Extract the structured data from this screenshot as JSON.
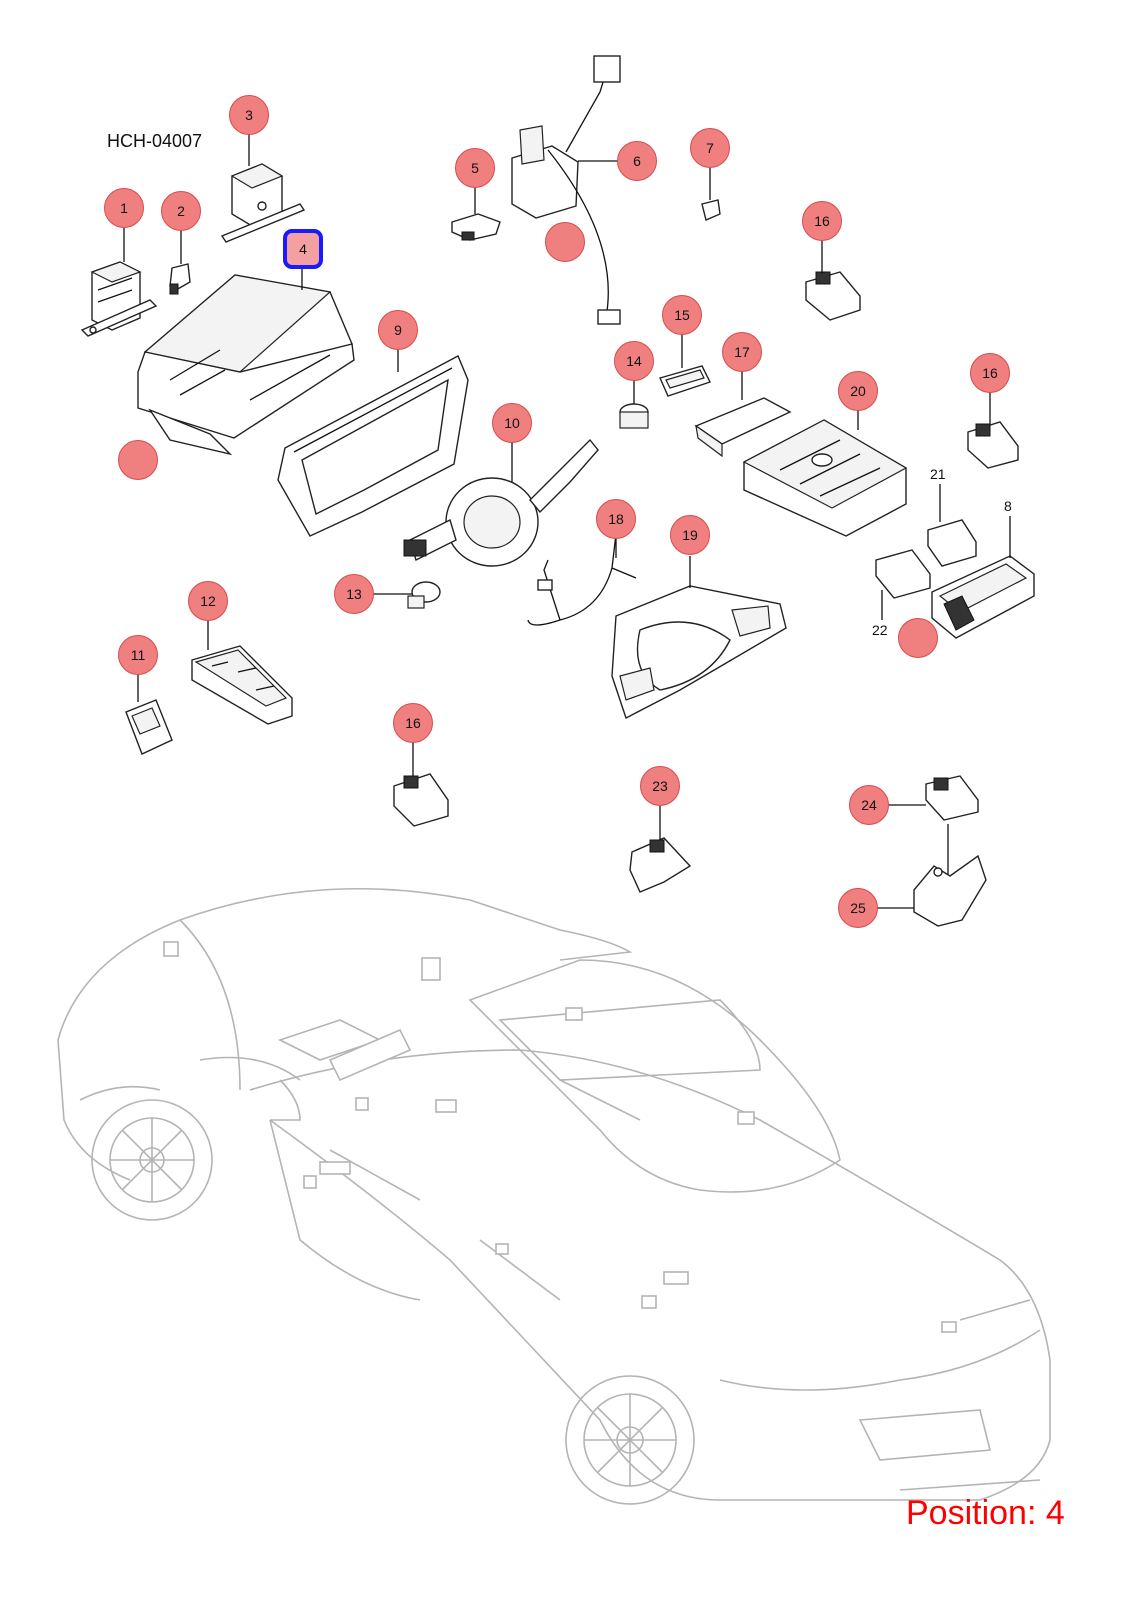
{
  "diagram": {
    "code": "HCH-04007",
    "position_text": "Position: 4",
    "selected": "4",
    "colors": {
      "callout_fill": "#f08080",
      "selected_border": "#1a1aff",
      "position_text": "#ff0000"
    }
  },
  "callouts": [
    {
      "id": "c1",
      "label": "1"
    },
    {
      "id": "c2",
      "label": "2"
    },
    {
      "id": "c3",
      "label": "3"
    },
    {
      "id": "c4",
      "label": "4"
    },
    {
      "id": "c5",
      "label": "5"
    },
    {
      "id": "c6",
      "label": "6"
    },
    {
      "id": "c7",
      "label": "7"
    },
    {
      "id": "c9",
      "label": "9"
    },
    {
      "id": "c10",
      "label": "10"
    },
    {
      "id": "c11",
      "label": "11"
    },
    {
      "id": "c12",
      "label": "12"
    },
    {
      "id": "c13",
      "label": "13"
    },
    {
      "id": "c14",
      "label": "14"
    },
    {
      "id": "c15",
      "label": "15"
    },
    {
      "id": "c16a",
      "label": "16"
    },
    {
      "id": "c16b",
      "label": "16"
    },
    {
      "id": "c16c",
      "label": "16"
    },
    {
      "id": "c17",
      "label": "17"
    },
    {
      "id": "c18",
      "label": "18"
    },
    {
      "id": "c19",
      "label": "19"
    },
    {
      "id": "c20",
      "label": "20"
    },
    {
      "id": "c23",
      "label": "23"
    },
    {
      "id": "c24",
      "label": "24"
    },
    {
      "id": "c25",
      "label": "25"
    }
  ],
  "plain_labels": [
    {
      "id": "p8",
      "label": "8"
    },
    {
      "id": "p21",
      "label": "21"
    },
    {
      "id": "p22",
      "label": "22"
    }
  ]
}
